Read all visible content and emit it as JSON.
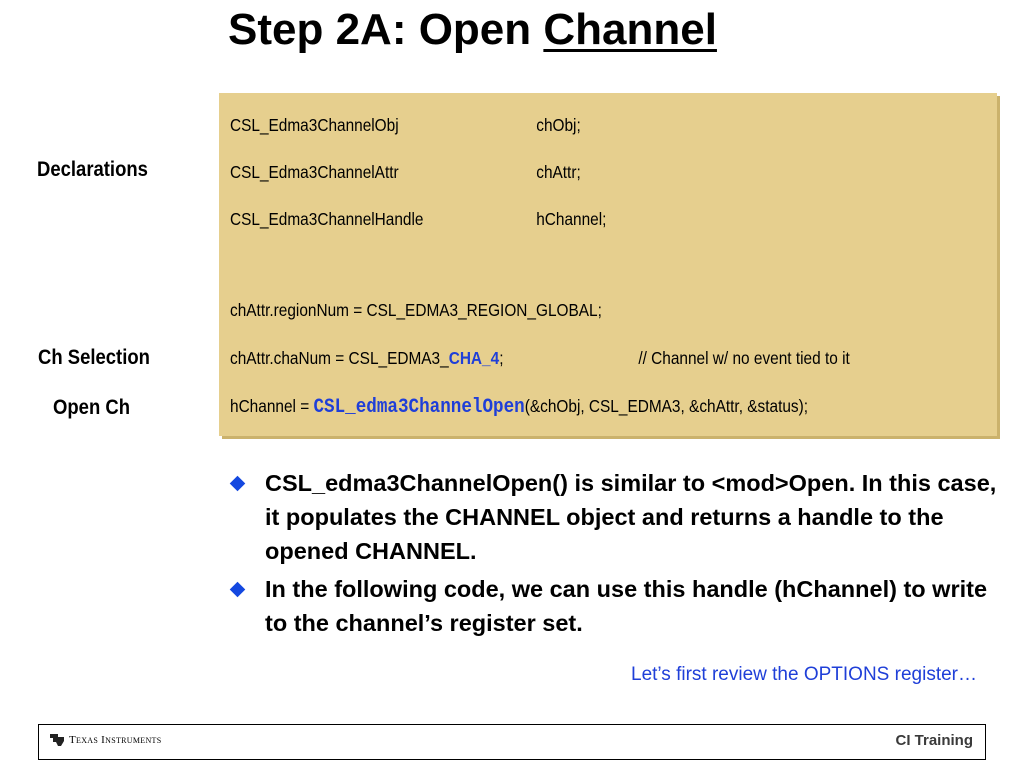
{
  "title": {
    "prefix": "Step 2A: Open ",
    "underlined": "Channel"
  },
  "side_labels": {
    "declarations": "Declarations",
    "ch_selection": "Ch Selection",
    "open_ch": "Open Ch"
  },
  "code": {
    "decl": [
      {
        "type": "CSL_Edma3ChannelObj",
        "name": "chObj;"
      },
      {
        "type": "CSL_Edma3ChannelAttr",
        "name": "chAttr;"
      },
      {
        "type": "CSL_Edma3ChannelHandle",
        "name": "hChannel;"
      }
    ],
    "region_line": "chAttr.regionNum = CSL_EDMA3_REGION_GLOBAL;",
    "chanum_prefix": "chAttr.chaNum = CSL_EDMA3_",
    "chanum_highlight": "CHA_4",
    "chanum_suffix": ";",
    "chanum_comment": "// Channel w/ no event tied to it",
    "open_prefix": "hChannel = ",
    "open_func": "CSL_edma3ChannelOpen",
    "open_args": "(&chObj, CSL_EDMA3, &chAttr, &status);"
  },
  "bullets": [
    "CSL_edma3ChannelOpen() is similar to <mod>Open. In this case, it populates the CHANNEL object and returns a handle to the opened CHANNEL.",
    "In the following code, we can use this handle (hChannel) to write to the channel’s register set."
  ],
  "note": "Let’s first review the OPTIONS register…",
  "footer": {
    "logo_text": "Texas Instruments",
    "right": "CI Training"
  },
  "colors": {
    "code_bg": "#e6cf8e",
    "accent_blue": "#1f3fd8"
  }
}
